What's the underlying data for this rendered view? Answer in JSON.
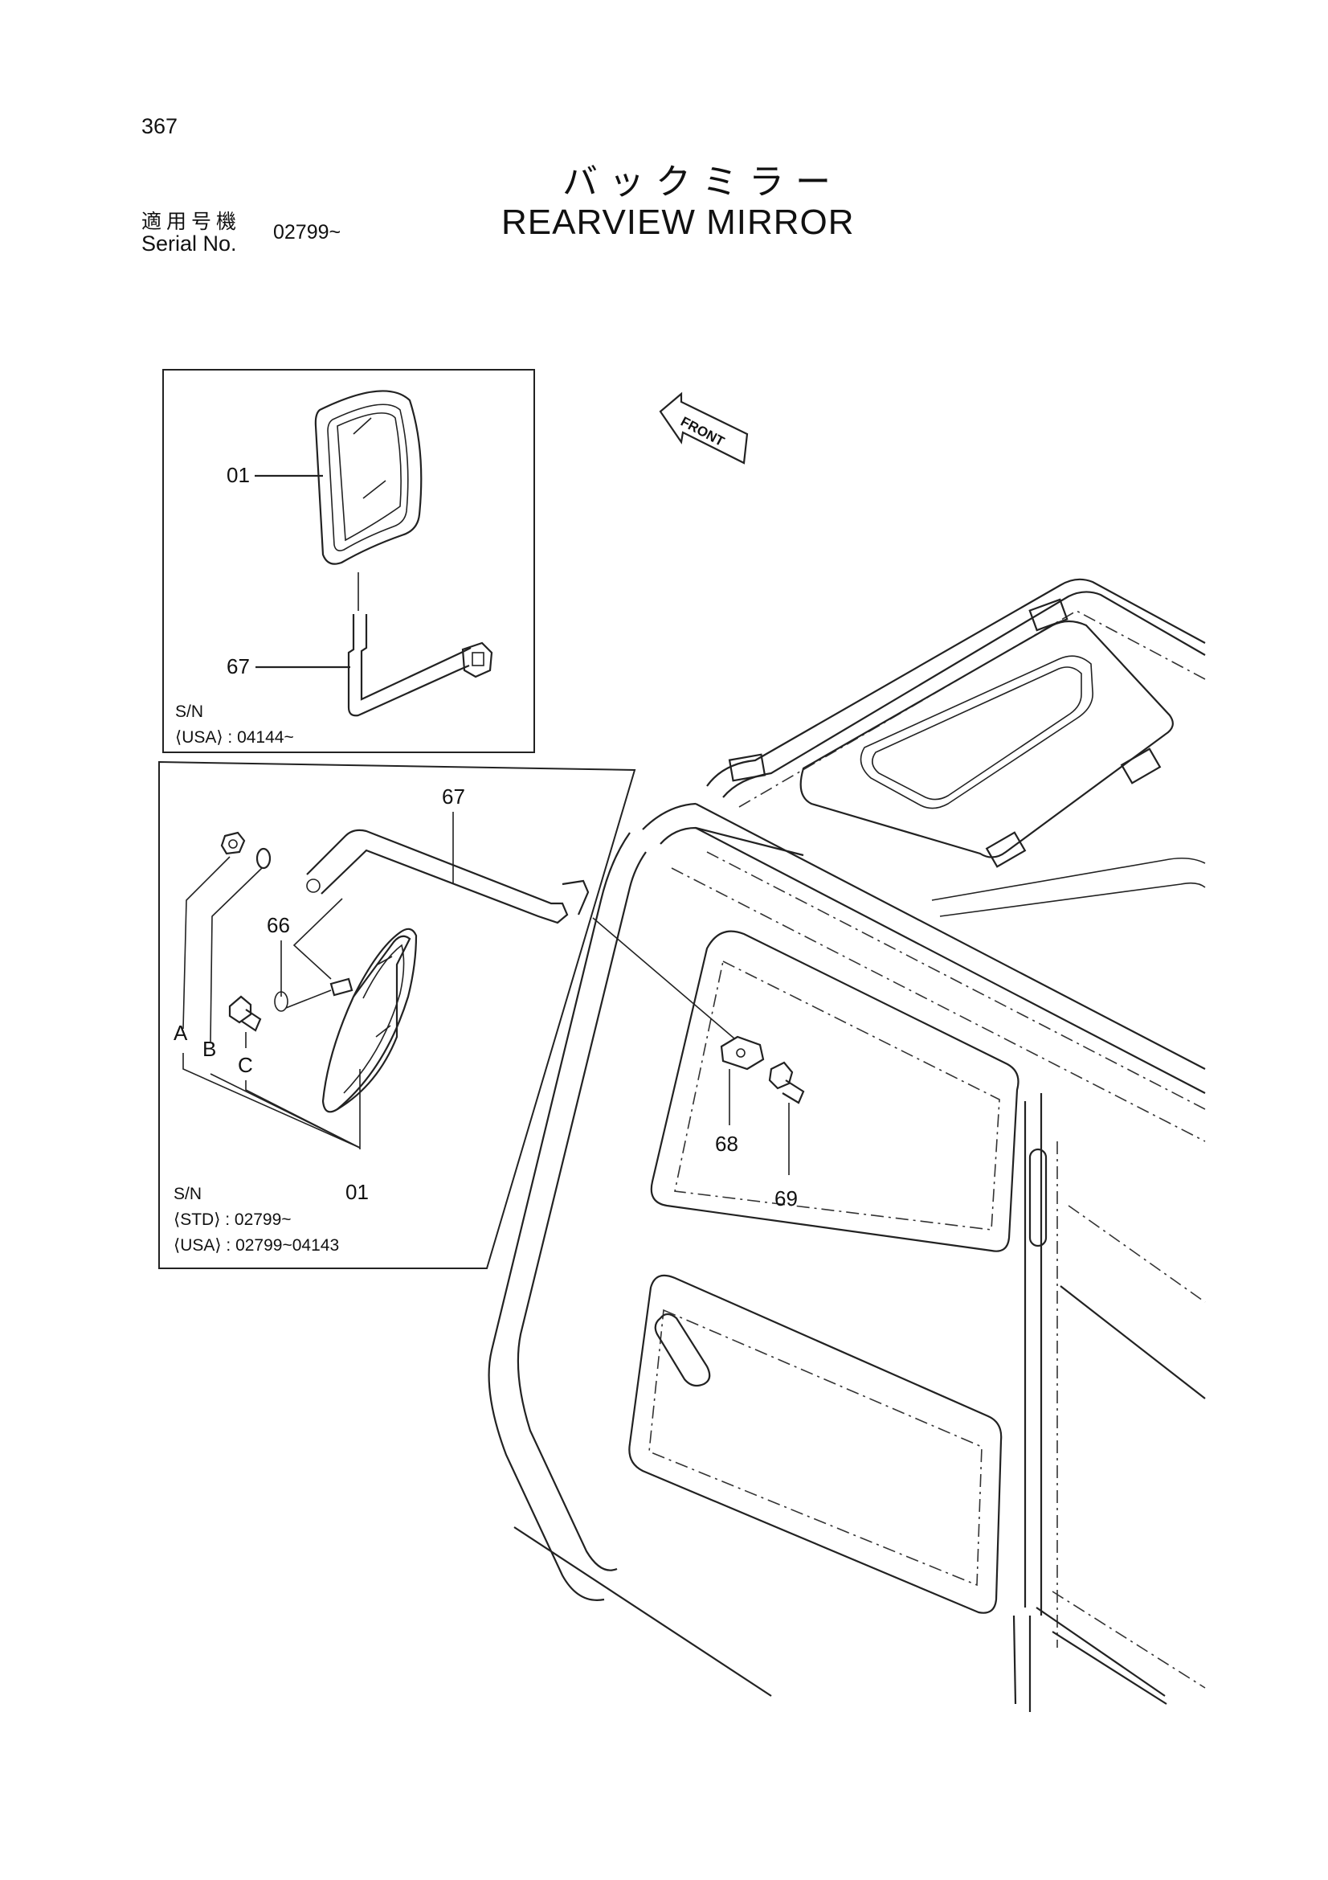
{
  "page": {
    "number": "367"
  },
  "title": {
    "japanese": "バックミラー",
    "english": "REARVIEW MIRROR"
  },
  "serial": {
    "label_jp": "適用号機",
    "label_en": "Serial No.",
    "value": "02799~"
  },
  "front_marker": "FRONT",
  "upper_inset": {
    "parts": [
      "01",
      "67"
    ],
    "sn_label": "S/N",
    "sn_usa": "⟨USA⟩ : 04144~"
  },
  "lower_inset": {
    "parts": [
      "67",
      "66",
      "01"
    ],
    "hardware_letters": [
      "A",
      "B",
      "C"
    ],
    "sn_label": "S/N",
    "sn_std": "⟨STD⟩ : 02799~",
    "sn_usa": "⟨USA⟩ : 02799~04143"
  },
  "main_parts": [
    "68",
    "69"
  ]
}
